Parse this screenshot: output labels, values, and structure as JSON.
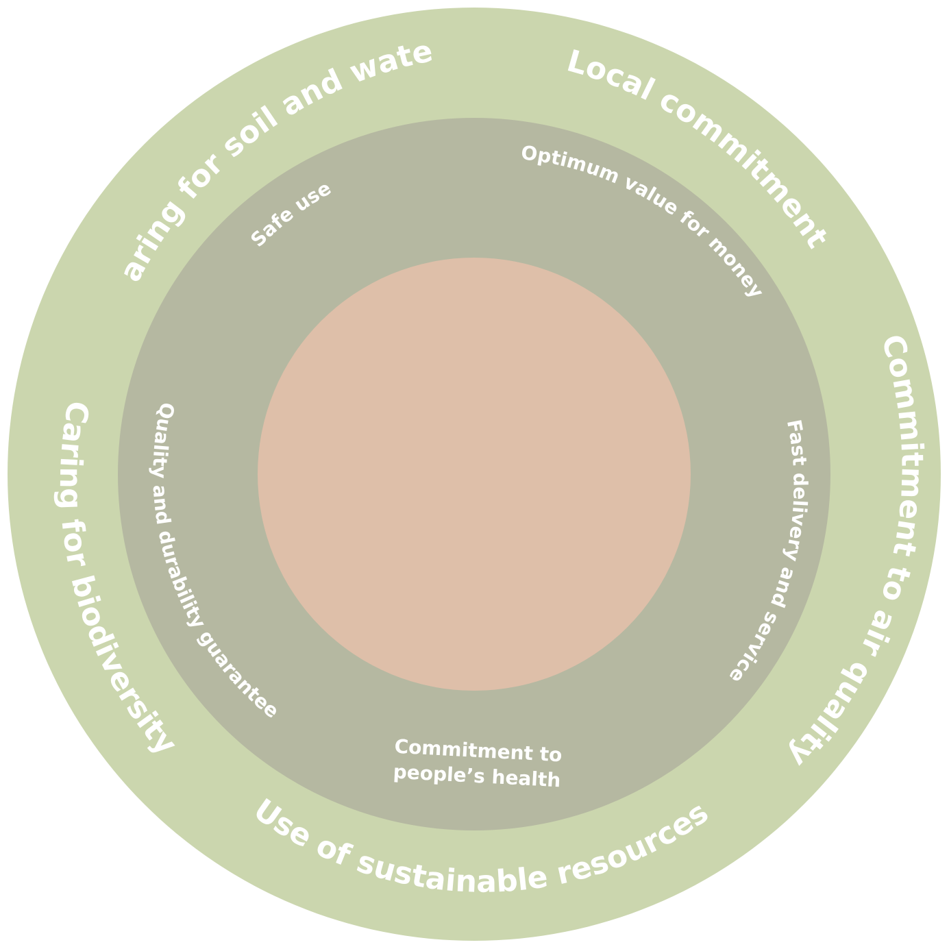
{
  "colors": {
    "outer_ring": "#cbd6ae",
    "middle_ring": "#b5b8a1",
    "core": "#debfa9",
    "text": "#ffffff"
  },
  "outer_ring": {
    "labels": [
      "Caring for soil and water",
      "Local commitment",
      "Commitment to air quality",
      "Use of sustainable resources",
      "Caring for biodiversity"
    ]
  },
  "middle_ring": {
    "labels": [
      "Safe use",
      "Optimum value for money",
      "Fast delivery and service",
      "Quality and durability guarantee"
    ],
    "health_line_1": "Commitment to",
    "health_line_2": "people’s health"
  }
}
